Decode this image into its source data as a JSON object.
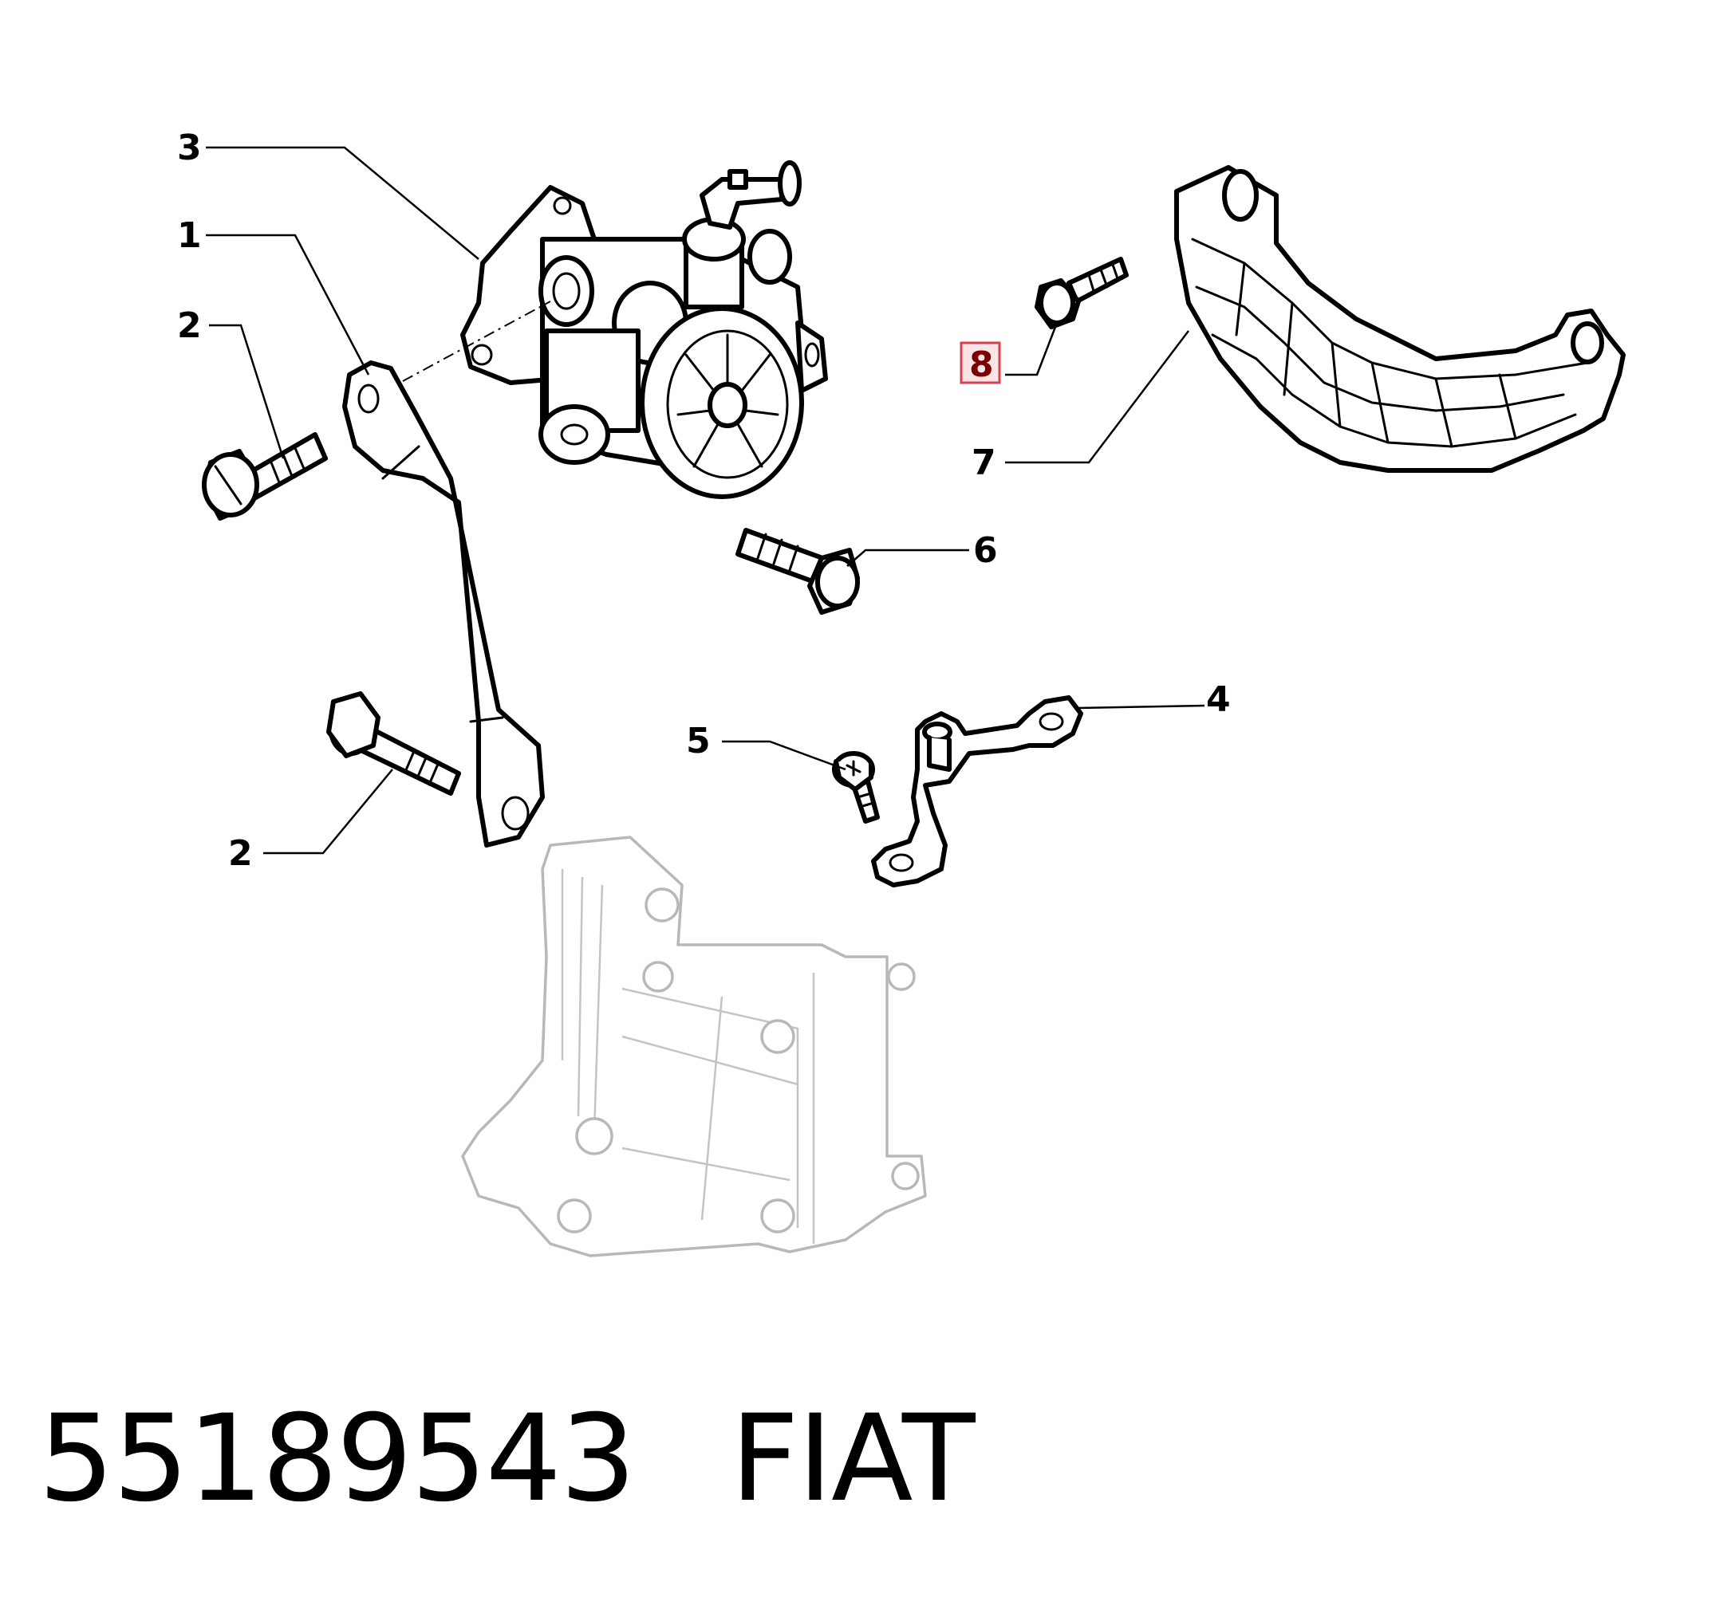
{
  "callouts": [
    {
      "id": "1",
      "label": "1"
    },
    {
      "id": "2a",
      "label": "2"
    },
    {
      "id": "2b",
      "label": "2"
    },
    {
      "id": "3",
      "label": "3"
    },
    {
      "id": "4",
      "label": "4"
    },
    {
      "id": "5",
      "label": "5"
    },
    {
      "id": "6",
      "label": "6"
    },
    {
      "id": "7",
      "label": "7"
    },
    {
      "id": "8",
      "label": "8",
      "highlighted": true
    }
  ],
  "caption": {
    "part_number": "55189543",
    "brand": "FIAT"
  },
  "colors": {
    "highlight_fill": "#fbe3e6",
    "highlight_border": "#d5424f",
    "highlight_text": "#7a0000",
    "ghost_part": "#b8b8b8"
  }
}
